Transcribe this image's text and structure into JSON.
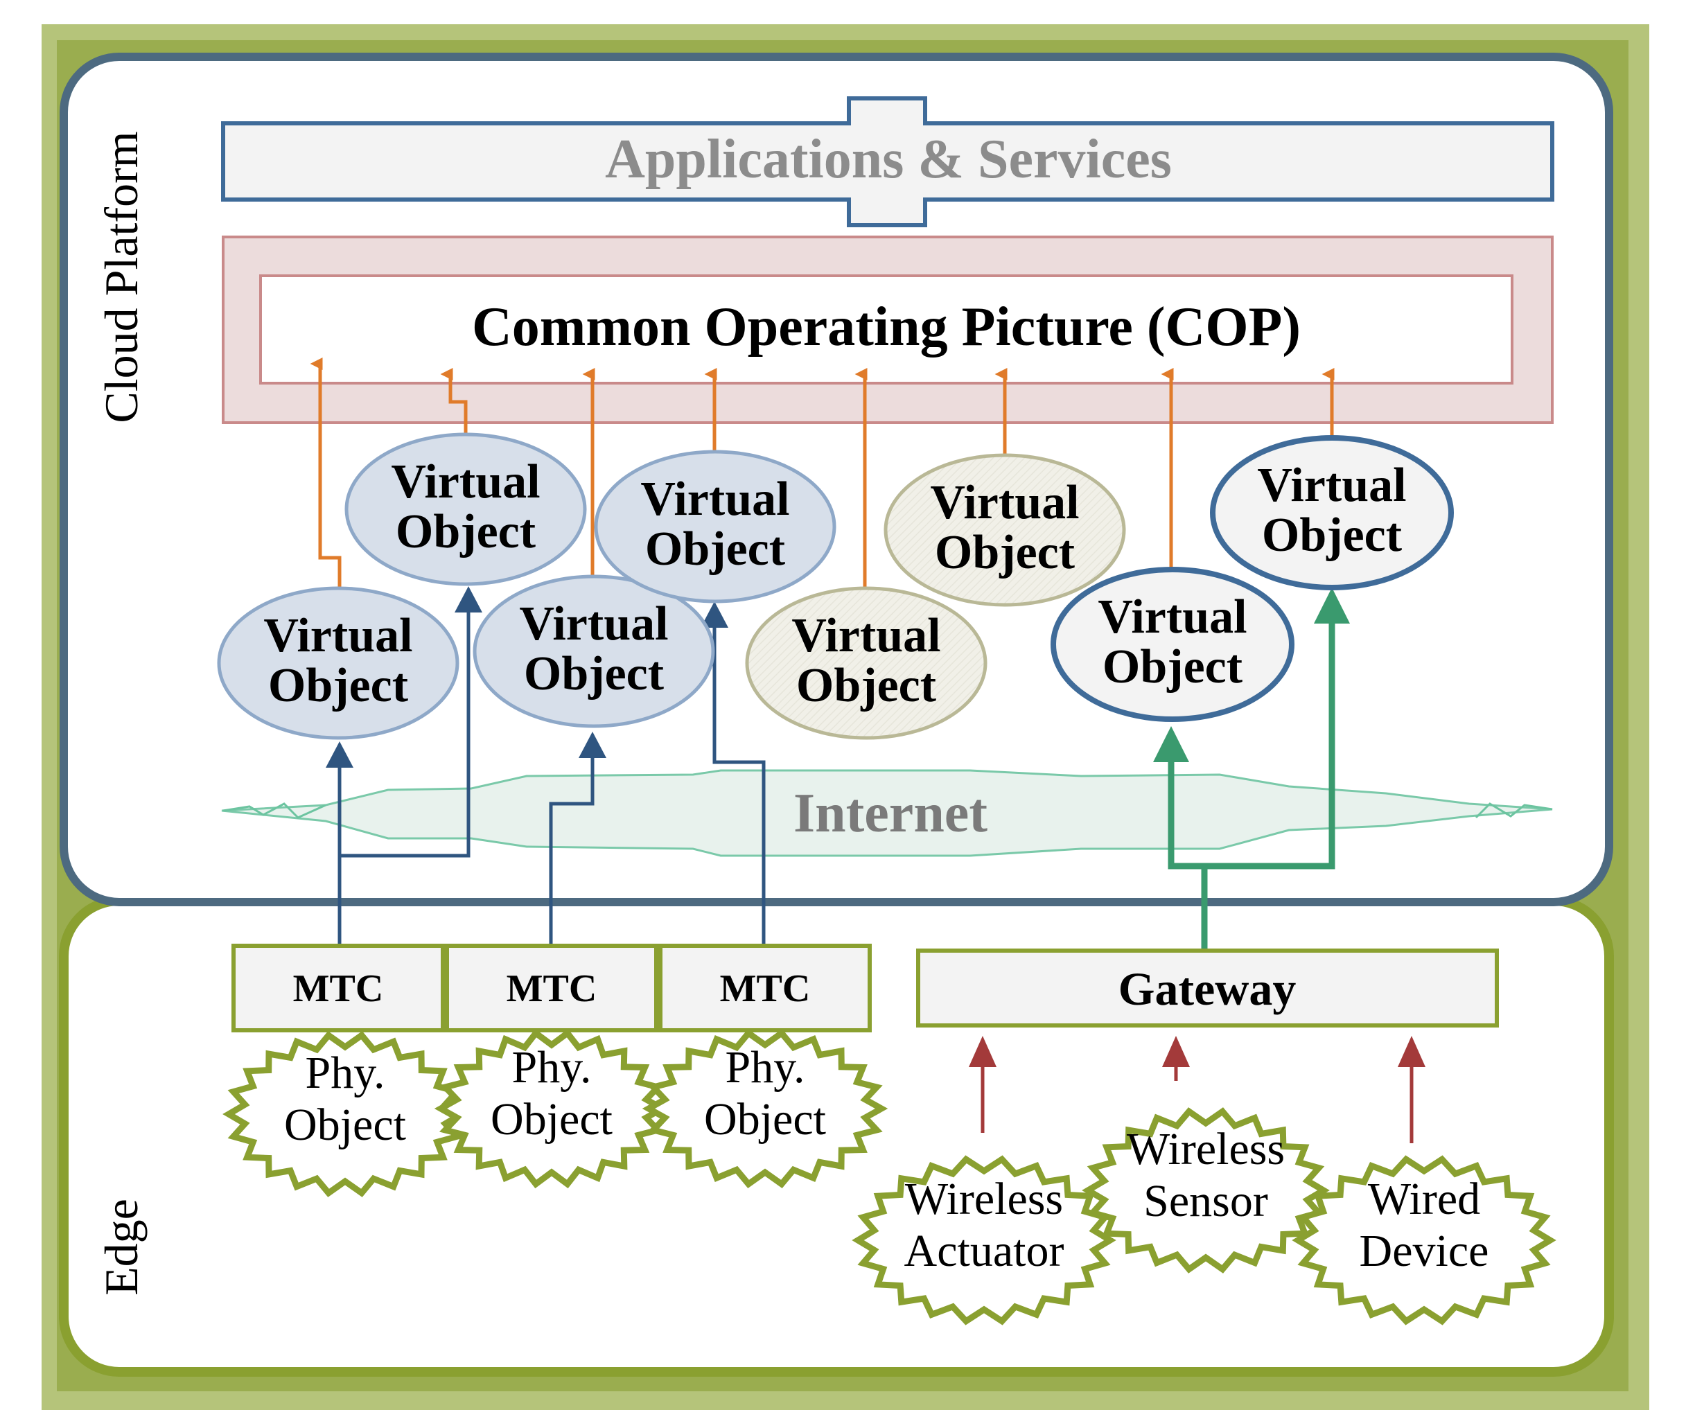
{
  "regions": {
    "cloud_label": "Cloud Platform",
    "edge_label": "Edge"
  },
  "banners": {
    "apps": "Applications & Services",
    "cop": "Common Operating Picture (COP)",
    "internet": "Internet"
  },
  "virtual_objects": [
    {
      "line1": "Virtual",
      "line2": "Object",
      "style": "blue"
    },
    {
      "line1": "Virtual",
      "line2": "Object",
      "style": "blue"
    },
    {
      "line1": "Virtual",
      "line2": "Object",
      "style": "blue"
    },
    {
      "line1": "Virtual",
      "line2": "Object",
      "style": "blue"
    },
    {
      "line1": "Virtual",
      "line2": "Object",
      "style": "tan"
    },
    {
      "line1": "Virtual",
      "line2": "Object",
      "style": "tan"
    },
    {
      "line1": "Virtual",
      "line2": "Object",
      "style": "white"
    },
    {
      "line1": "Virtual",
      "line2": "Object",
      "style": "white"
    }
  ],
  "mtc": [
    "MTC",
    "MTC",
    "MTC"
  ],
  "gateway": "Gateway",
  "phy_objects": [
    {
      "line1": "Phy.",
      "line2": "Object"
    },
    {
      "line1": "Phy.",
      "line2": "Object"
    },
    {
      "line1": "Phy.",
      "line2": "Object"
    }
  ],
  "devices": [
    {
      "line1": "Wireless",
      "line2": "Actuator"
    },
    {
      "line1": "Wireless",
      "line2": "Sensor"
    },
    {
      "line1": "Wired",
      "line2": "Device"
    }
  ],
  "colors": {
    "frame_green": "#9aad4f",
    "frame_light": "#b5c47a",
    "cloud_border": "#4d6a80",
    "apps_border": "#3f6b99",
    "cop_border": "#c98a8a",
    "cop_fill": "#ecdcdc",
    "vo_blue_fill": "#d7dfea",
    "vo_blue_border": "#8ea8c8",
    "vo_tan_fill": "#f0efe6",
    "vo_tan_border": "#b9b896",
    "vo_white_border": "#3f6b99",
    "orange_arrow": "#e07b2a",
    "blue_arrow": "#2f5580",
    "green_arrow": "#3a9a6e",
    "red_arrow": "#a33a3a",
    "internet_line": "#6cc4a0",
    "edge_green": "#8aa030",
    "star_border": "#8aa030"
  }
}
